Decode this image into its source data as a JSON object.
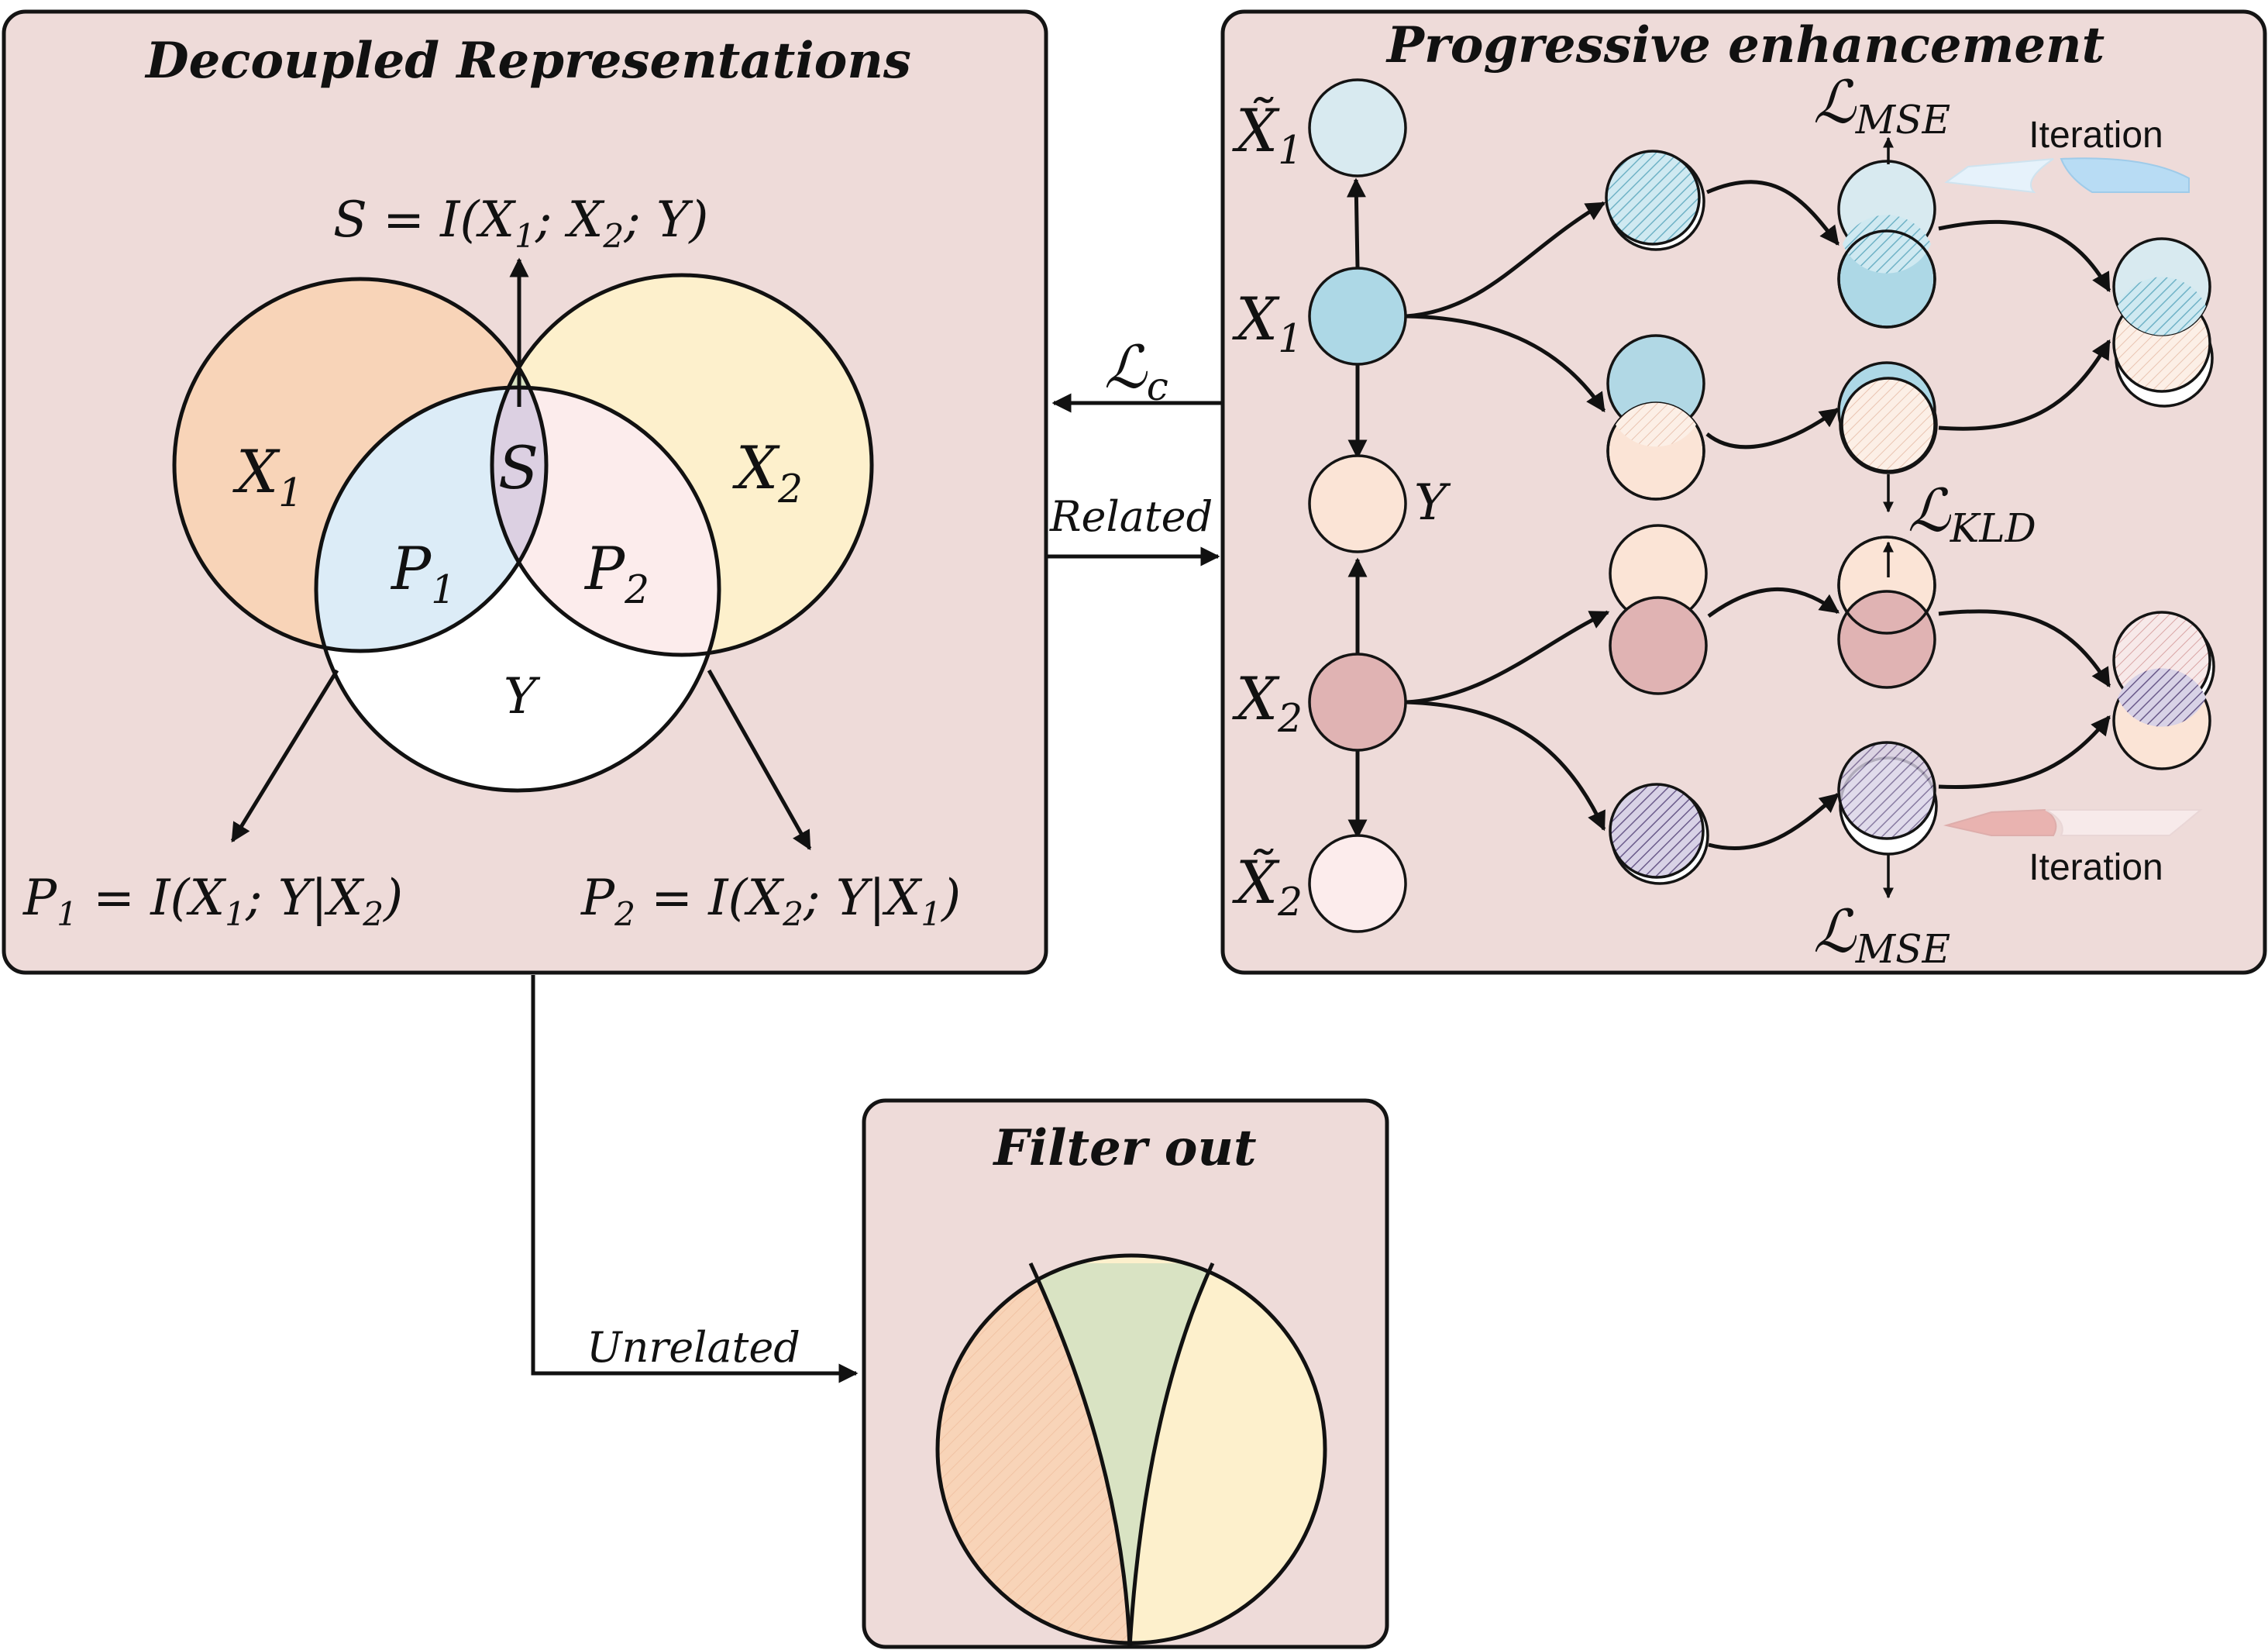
{
  "panels": {
    "decoupled": {
      "title": "Decoupled Representations"
    },
    "progressive": {
      "title": "Progressive enhancement"
    },
    "filter": {
      "title": "Filter out"
    }
  },
  "venn": {
    "x1": {
      "sym": "X",
      "sub": "1"
    },
    "x2": {
      "sym": "X",
      "sub": "2"
    },
    "s": "S",
    "p1": {
      "sym": "P",
      "sub": "1"
    },
    "p2": {
      "sym": "P",
      "sub": "2"
    },
    "y": "Y",
    "s_formula": {
      "a": "S = I(X",
      "b": "1",
      "c": "; X",
      "d": "2",
      "e": "; Y)"
    },
    "p1_formula": {
      "a": "P",
      "b": "1",
      "c": " = I(X",
      "d": "1",
      "e": "; Y|X",
      "f": "2",
      "g": ")"
    },
    "p2_formula": {
      "a": "P",
      "b": "2",
      "c": " = I(X",
      "d": "2",
      "e": "; Y|X",
      "f": "1",
      "g": ")"
    }
  },
  "connectors": {
    "loss_c": {
      "sym": "ℒ",
      "sub": "c"
    },
    "related": "Related",
    "unrelated": "Unrelated"
  },
  "graph": {
    "x1_tilde": {
      "sym": "X̃",
      "sub": "1"
    },
    "x1": {
      "sym": "X",
      "sub": "1"
    },
    "y": "Y",
    "x2": {
      "sym": "X",
      "sub": "2"
    },
    "x2_tilde": {
      "sym": "X̃",
      "sub": "2"
    },
    "loss_mse_top": {
      "sym": "ℒ",
      "sub": "MSE"
    },
    "loss_kld": {
      "sym": "ℒ",
      "sub": "KLD"
    },
    "loss_mse_bottom": {
      "sym": "ℒ",
      "sub": "MSE"
    },
    "iteration_top": "Iteration",
    "iteration_bottom": "Iteration"
  },
  "colors": {
    "panel_bg": "#eedbd9",
    "x1_orange": "#f8d4b8",
    "x2_yellow": "#fdf0cc",
    "p1_blue": "#dcecf7",
    "p2_pink": "#fcecec",
    "s_purple": "#dcd0e2",
    "green": "#d9e3c3",
    "node_blue": "#add8e6",
    "node_light_blue": "#d8eaf0",
    "node_red": "#e0b3b3",
    "node_peach": "#fbe4d6",
    "node_light_pink": "#fcecec",
    "node_purple": "#c8c0dc"
  }
}
